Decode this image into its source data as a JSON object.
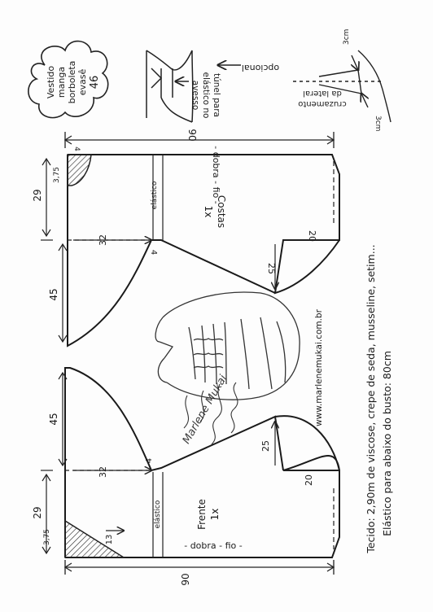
{
  "title": {
    "line1": "Vestido",
    "line2": "manga",
    "line3": "borboleta",
    "line4": "evasê",
    "size": "46"
  },
  "sleeve_detail": {
    "tunnel_line1": "túnel para",
    "tunnel_line2": "elástico no",
    "tunnel_line3": "avesso",
    "optional": "opcional"
  },
  "side_detail": {
    "label_line1": "cruzamento",
    "label_line2": "da lateral",
    "d1": "3cm",
    "d2": "3cm"
  },
  "width_label": "90",
  "back": {
    "name": "Costas",
    "qty": "1x",
    "fold": "- dobra - fio -",
    "elastic": "elástico",
    "d_neck": "3,75",
    "d_top": "4",
    "d_29": "29",
    "d_32": "32",
    "d_45": "45",
    "d_20": "20",
    "d_25": "25",
    "d_4": "4"
  },
  "front": {
    "name": "Frente",
    "qty": "1x",
    "fold": "- dobra - fio -",
    "elastic": "elástico",
    "d_neck": "3,75",
    "d_29": "29",
    "d_32": "32",
    "d_45": "45",
    "d_13": "13",
    "d_20": "20",
    "d_25": "25",
    "d_4": "4"
  },
  "website": "www.marlenemukai.com.br",
  "signature": "Marlene Mukai",
  "fabric_note": "Tecido: 2,90m de viscose, crepe de seda, musseline, setim...",
  "elastic_note": "Elástico para abaixo do busto: 80cm"
}
